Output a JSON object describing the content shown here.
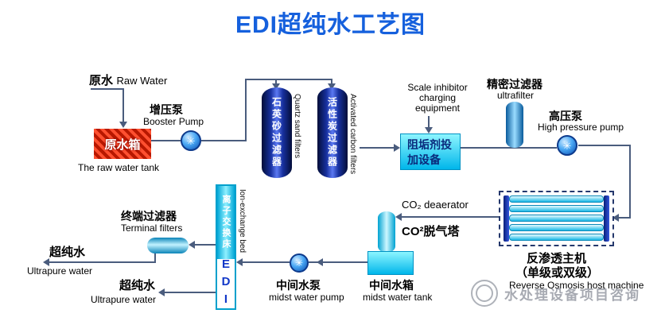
{
  "title": "EDI超纯水工艺图",
  "watermark": "水处理设备项目咨询",
  "icons": {
    "pump": "✳"
  },
  "colors": {
    "title_blue": "#1560dd",
    "pipe": "#4a5c7d",
    "tank_red": "#c81e00",
    "filter_navy": "#0a1f78",
    "cyan": "#00b6ea"
  },
  "labels": {
    "raw_water_zh": "原水",
    "raw_water_en": "Raw Water",
    "raw_tank_zh": "原水箱",
    "raw_tank_en": "The raw water tank",
    "booster_pump_zh": "增压泵",
    "booster_pump_en": "Booster Pump",
    "quartz_zh": "石英砂过滤器",
    "quartz_en": "Quartz sand filters",
    "carbon_zh": "活性炭过滤器",
    "carbon_en": "Activated carbon filters",
    "scale_en1": "Scale inhibitor",
    "scale_en2": "charging",
    "scale_en3": "equipment",
    "scale_zh": "阻垢剂投加设备",
    "ultrafilter_zh": "精密过滤器",
    "ultrafilter_en": "ultrafilter",
    "hp_pump_zh": "高压泵",
    "hp_pump_en": "High pressure pump",
    "ro_zh1": "反渗透主机",
    "ro_zh2": "（单级或双级）",
    "ro_en": "Reverse Osmosis host machine",
    "co2_en": "CO₂ deaerator",
    "co2_zh": "CO²脱气塔",
    "midst_tank_zh": "中间水箱",
    "midst_tank_en": "midst water tank",
    "midst_pump_zh": "中间水泵",
    "midst_pump_en": "midst water pump",
    "ion_bed_zh": "离子交换床",
    "ion_bed_en": "Ion-exchange bed",
    "edi": "EDI",
    "terminal_zh": "终端过滤器",
    "terminal_en": "Terminal filters",
    "ultrapure1_zh": "超纯水",
    "ultrapure1_en": "Ultrapure water",
    "ultrapure2_zh": "超纯水",
    "ultrapure2_en": "Ultrapure water"
  }
}
